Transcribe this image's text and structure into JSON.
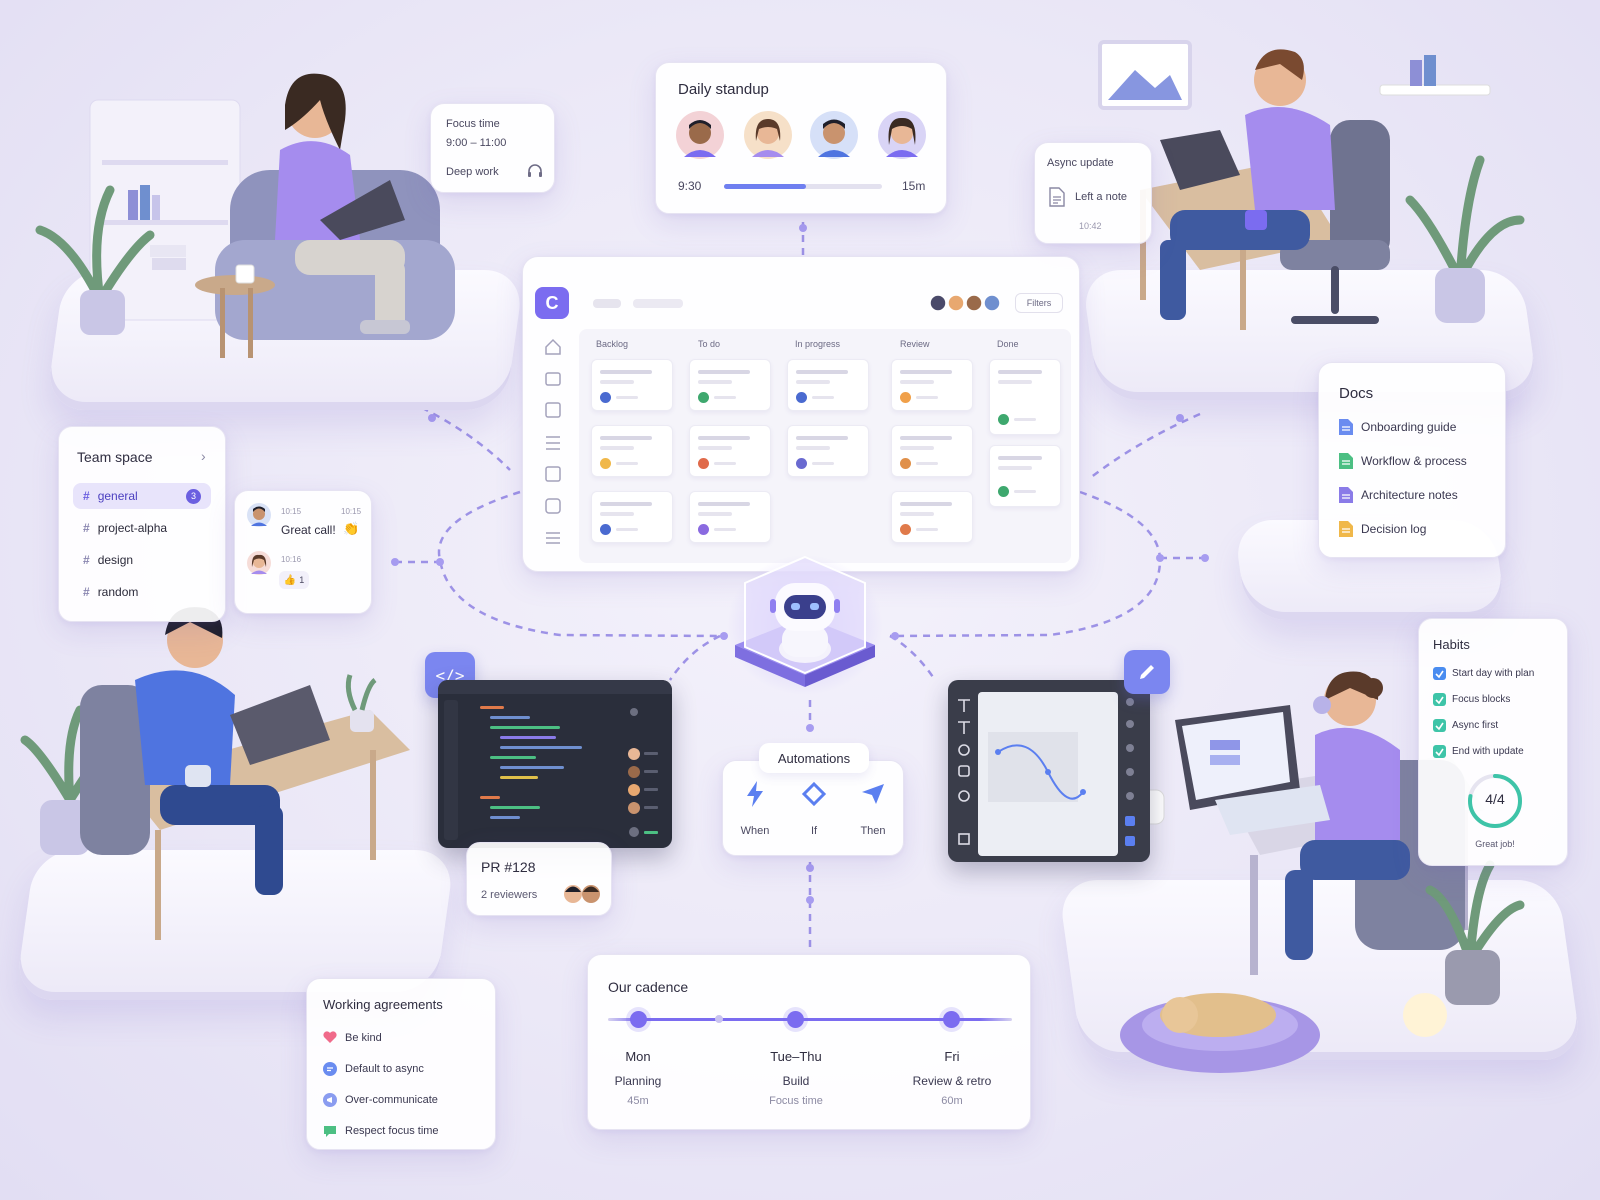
{
  "focus_time": {
    "label": "Focus time",
    "time": "9:00 – 11:00",
    "mode": "Deep work"
  },
  "daily_standup": {
    "title": "Daily standup",
    "start": "9:30",
    "duration": "15m",
    "progress": 0.52
  },
  "async_update": {
    "title": "Async update",
    "note": "Left a note",
    "time": "10:42"
  },
  "kanban": {
    "logo": "C",
    "filters_label": "Filters",
    "columns": [
      "Backlog",
      "To do",
      "In progress",
      "Review",
      "Done"
    ]
  },
  "team_space": {
    "title": "Team space",
    "channels": [
      {
        "name": "general",
        "badge": "3",
        "active": true
      },
      {
        "name": "project-alpha"
      },
      {
        "name": "design"
      },
      {
        "name": "random"
      }
    ]
  },
  "chat": {
    "messages": [
      {
        "time": "10:15",
        "time2": "10:15",
        "text": "Great call!",
        "emoji": "👏"
      },
      {
        "time": "10:16",
        "reaction": "👍",
        "reaction_count": "1"
      }
    ]
  },
  "docs": {
    "title": "Docs",
    "items": [
      {
        "label": "Onboarding guide",
        "color": "#6a8cf0"
      },
      {
        "label": "Workflow & process",
        "color": "#4cbf83"
      },
      {
        "label": "Architecture notes",
        "color": "#8a7be8"
      },
      {
        "label": "Decision log",
        "color": "#f0b84a"
      }
    ]
  },
  "pr": {
    "title": "PR #128",
    "reviewers": "2 reviewers"
  },
  "automations": {
    "title": "Automations",
    "steps": [
      {
        "label": "When",
        "icon": "lightning-icon"
      },
      {
        "label": "If",
        "icon": "diamond-icon"
      },
      {
        "label": "Then",
        "icon": "send-icon"
      }
    ]
  },
  "habits": {
    "title": "Habits",
    "items": [
      "Start day with plan",
      "Focus blocks",
      "Async first",
      "End with update"
    ],
    "score": "4/4",
    "score_fraction": 1,
    "caption": "Great job!"
  },
  "working_agreements": {
    "title": "Working agreements",
    "items": [
      {
        "label": "Be kind",
        "icon": "heart-icon",
        "color": "#f06a8a"
      },
      {
        "label": "Default to async",
        "icon": "chat-icon",
        "color": "#6a8cf0"
      },
      {
        "label": "Over-communicate",
        "icon": "megaphone-icon",
        "color": "#8a9cf0"
      },
      {
        "label": "Respect focus time",
        "icon": "speech-icon",
        "color": "#4cbf83"
      }
    ]
  },
  "cadence": {
    "title": "Our cadence",
    "stops": [
      {
        "day": "Mon",
        "activity": "Planning",
        "detail": "45m"
      },
      {
        "day": "Tue–Thu",
        "activity": "Build",
        "detail": "Focus time"
      },
      {
        "day": "Fri",
        "activity": "Review & retro",
        "detail": "60m"
      }
    ]
  },
  "colors": {
    "accent": "#7b6cf0",
    "accent_dark": "#5b4fd6",
    "teal": "#3ec4a8"
  }
}
